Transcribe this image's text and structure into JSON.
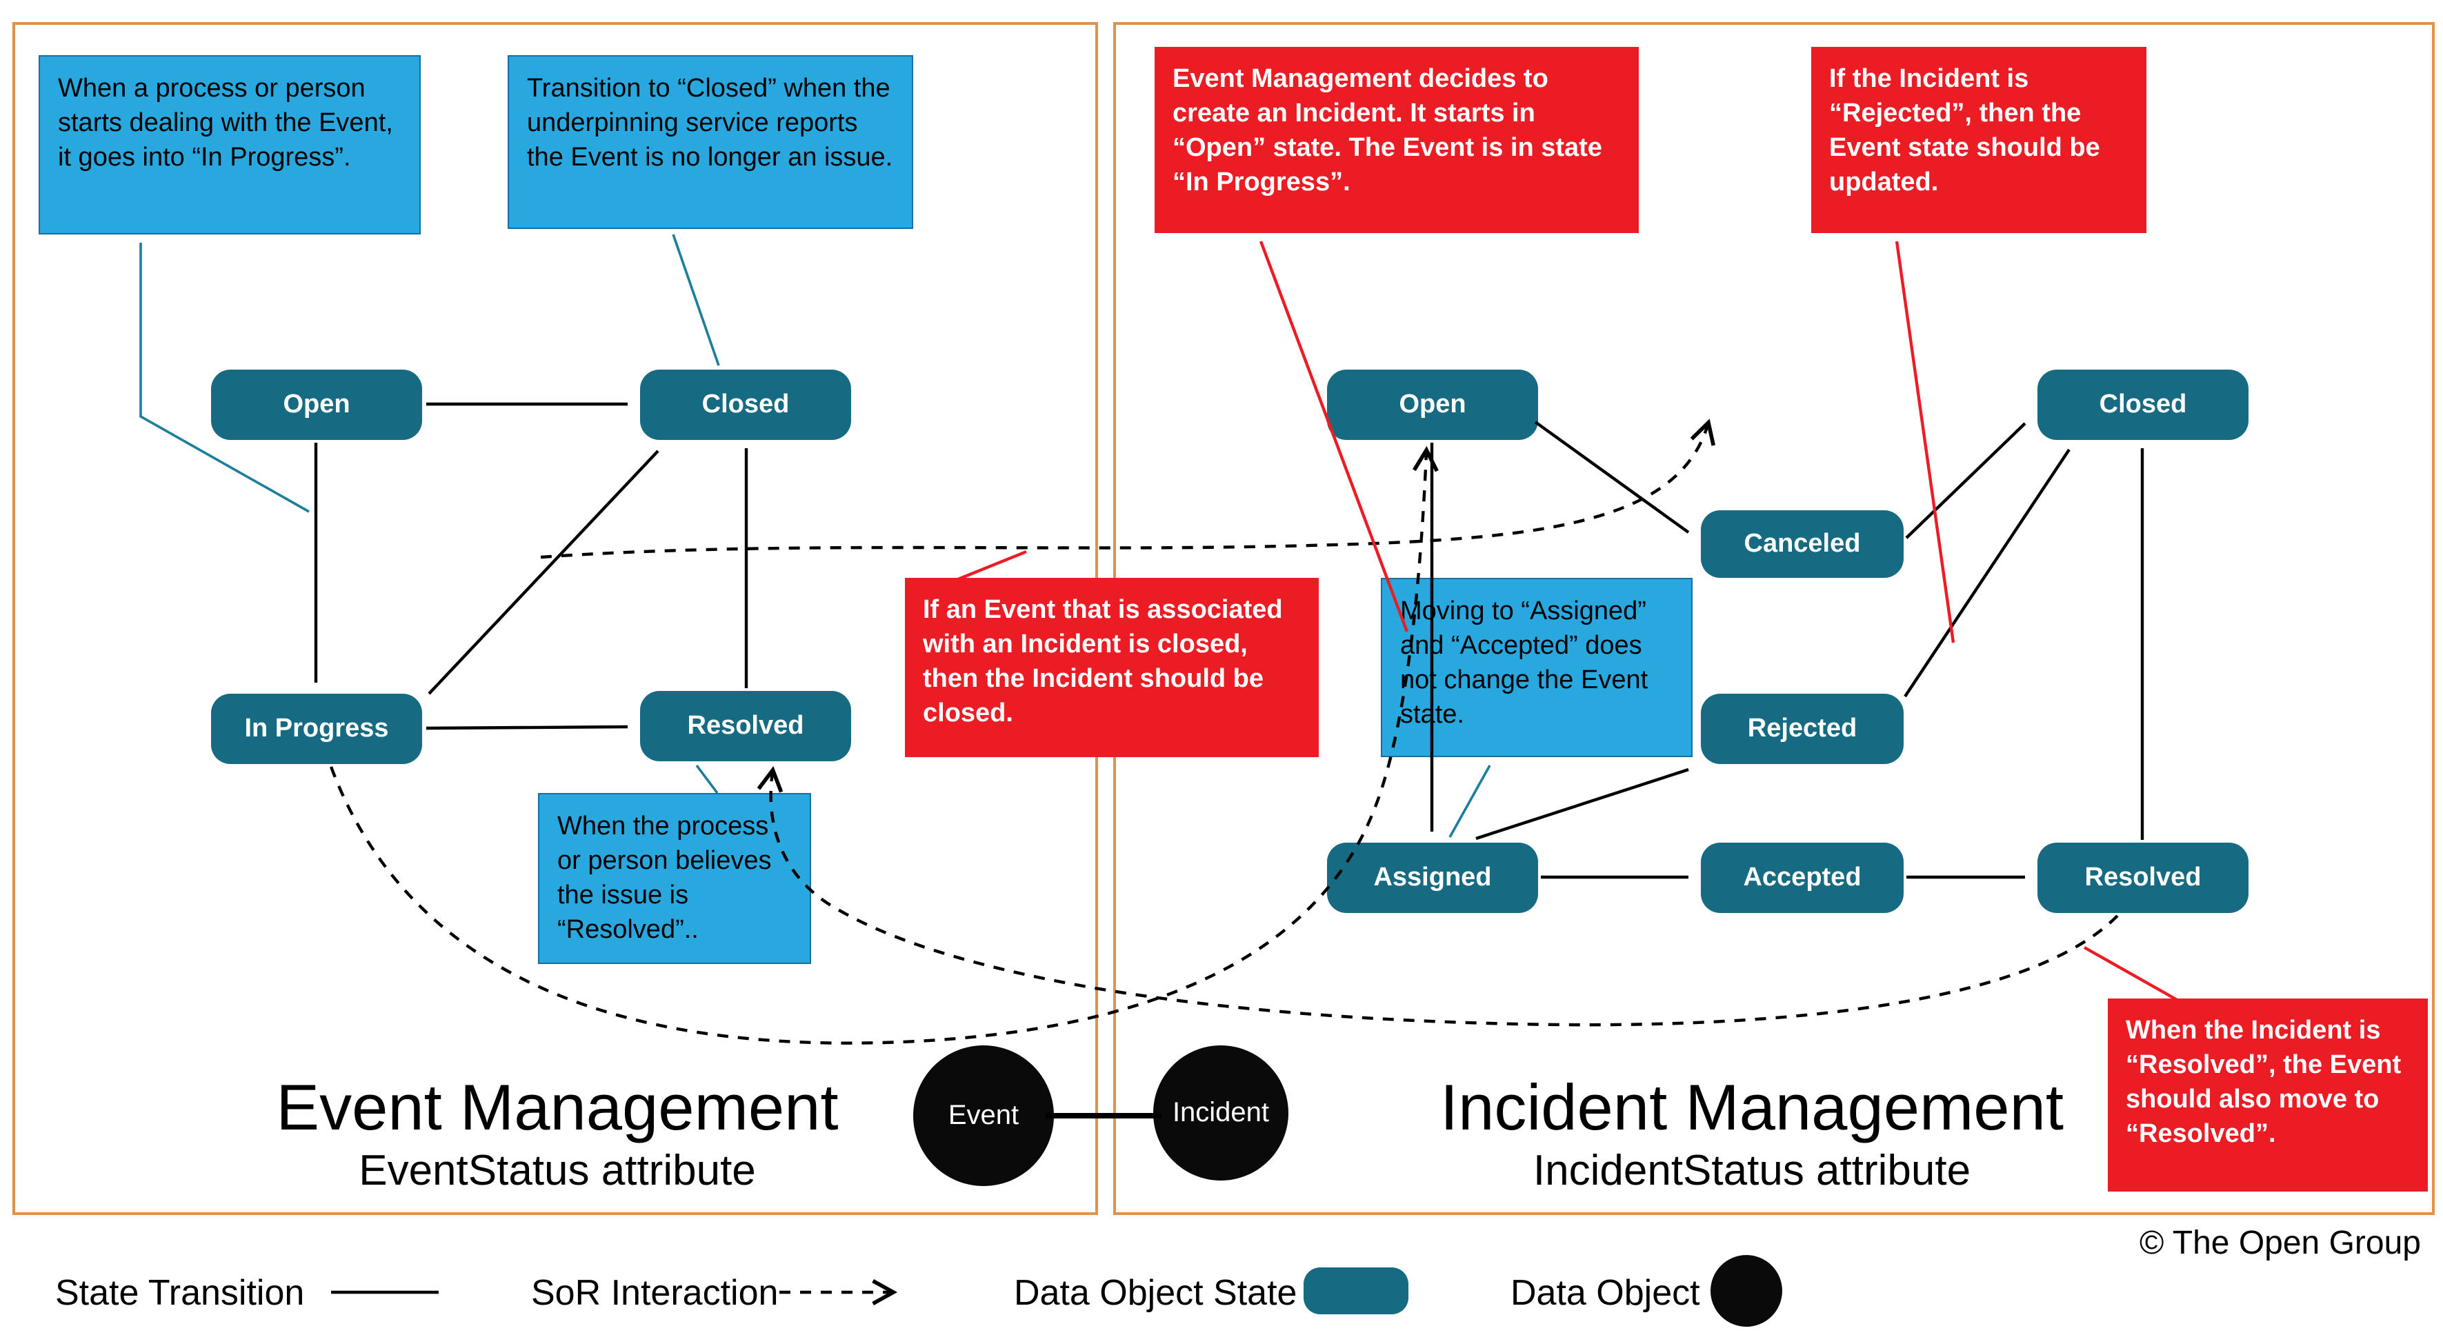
{
  "colors": {
    "state_fill": "#166B82",
    "blue_callout": "#29A8DF",
    "red_callout": "#EC1C24",
    "panel_border": "#E0914A",
    "data_object": "#0a0a0a"
  },
  "event_management": {
    "title": "Event Management",
    "subtitle": "EventStatus attribute",
    "states": {
      "open": "Open",
      "closed": "Closed",
      "in_progress": "In Progress",
      "resolved": "Resolved"
    },
    "callouts": {
      "in_progress_note": "When a process or person starts dealing with the Event, it goes into “In Progress”.",
      "closed_note": "Transition to “Closed” when the underpinning service reports the Event is no longer an issue.",
      "resolved_note": "When the process or person believes the issue is “Resolved”.."
    }
  },
  "incident_management": {
    "title": "Incident Management",
    "subtitle": "IncidentStatus attribute",
    "states": {
      "open": "Open",
      "closed": "Closed",
      "canceled": "Canceled",
      "rejected": "Rejected",
      "assigned": "Assigned",
      "accepted": "Accepted",
      "resolved": "Resolved"
    },
    "callouts": {
      "create_incident_note": "Event Management decides to create an Incident. It starts in “Open” state. The Event is in state “In Progress”.",
      "rejected_note": "If the Incident is “Rejected”, then the Event state should be updated.",
      "assigned_note": "Moving to “Assigned” and “Accepted” does not change the Event state.",
      "resolved_note": "When the Incident is “Resolved”, the Event should also move to “Resolved”."
    }
  },
  "shared_callouts": {
    "event_closed_note": "If an Event that is associated with an Incident is closed, then the Incident should be closed."
  },
  "data_objects": {
    "event": "Event",
    "incident": "Incident"
  },
  "legend": {
    "state_transition": "State Transition",
    "sor_interaction": "SoR Interaction",
    "data_object_state": "Data Object State",
    "data_object": "Data Object"
  },
  "copyright": "© The Open Group"
}
